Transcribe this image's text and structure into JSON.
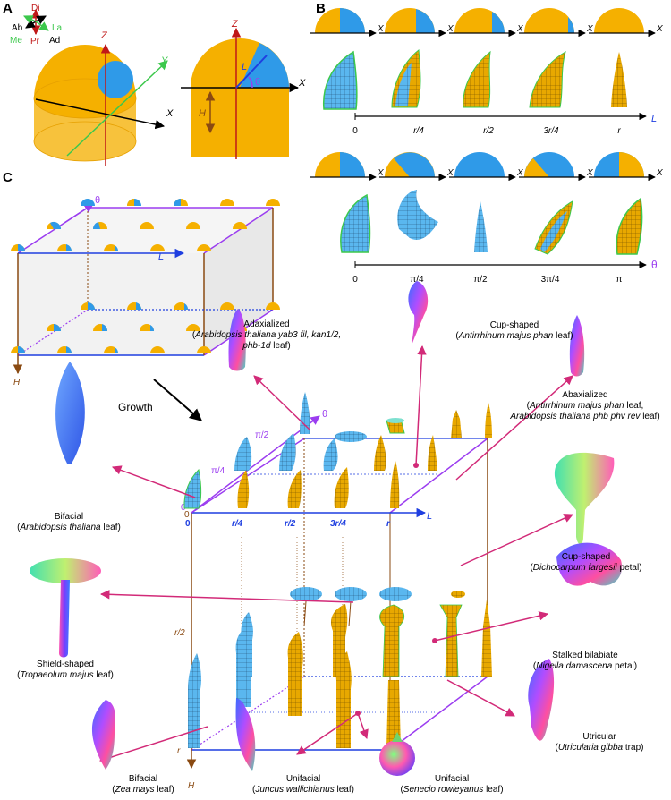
{
  "panels": {
    "a": "A",
    "b": "B",
    "c": "C"
  },
  "orientation": {
    "di": "Di",
    "pr": "Pr",
    "ab": "Ab",
    "ad": "Ad",
    "la": "La",
    "me": "Me"
  },
  "axes": {
    "x": "X",
    "y": "Y",
    "z": "Z",
    "l": "L",
    "h": "H",
    "theta": "θ"
  },
  "b_row1_ticks": [
    "0",
    "r/4",
    "r/2",
    "3r/4",
    "r"
  ],
  "b_row2_ticks": [
    "0",
    "π/4",
    "π/2",
    "3π/4",
    "π"
  ],
  "c_l_ticks": [
    "0",
    "r/4",
    "r/2",
    "3r/4",
    "r"
  ],
  "c_theta_ticks": [
    "0",
    "π/4",
    "π/2"
  ],
  "c_h_ticks": [
    "0",
    "r/2",
    "r"
  ],
  "growth": "Growth",
  "annotations": [
    {
      "title": "Adaxialized",
      "line1": "Arabidopsis thaliana yab3 fil, kan1/2,",
      "line2": "phb-1d",
      "suffix": " leaf)"
    },
    {
      "title": "Cup-shaped",
      "line1": "Antirrhinum majus phan",
      "suffix": " leaf)"
    },
    {
      "title": "Abaxialized",
      "line1": "Antirrhinum majus phan",
      "suffix1": " leaf,",
      "line2": "Arabidopsis thaliana phb phv rev",
      "suffix2": " leaf)"
    },
    {
      "title": "Bifacial",
      "line1": "Arabidopsis thaliana",
      "suffix": " leaf)"
    },
    {
      "title": "Cup-shaped",
      "line1": "Dichocarpum fargesii",
      "suffix": " petal)"
    },
    {
      "title": "Shield-shaped",
      "line1": "Tropaeolum majus",
      "suffix": " leaf)"
    },
    {
      "title": "Stalked bilabiate",
      "line1": "Nigella damascena",
      "suffix": " petal)"
    },
    {
      "title": "Utricular",
      "line1": "Utricularia gibba",
      "suffix": " trap)"
    },
    {
      "title": "Bifacial",
      "line1": "Zea mays",
      "suffix": " leaf)"
    },
    {
      "title": "Unifacial",
      "line1": "Juncus wallichianus",
      "suffix": " leaf)"
    },
    {
      "title": "Unifacial",
      "line1": "Senecio rowleyanus",
      "suffix": " leaf)"
    }
  ],
  "colors": {
    "adaxial": "#f5b000",
    "abaxial": "#2f9ae8",
    "margin": "#3cc84c",
    "arrow": "#d22a78",
    "purple": "#9b3df0",
    "blue": "#1f3fe0",
    "brown": "#8a4a12",
    "red": "#c01818"
  }
}
